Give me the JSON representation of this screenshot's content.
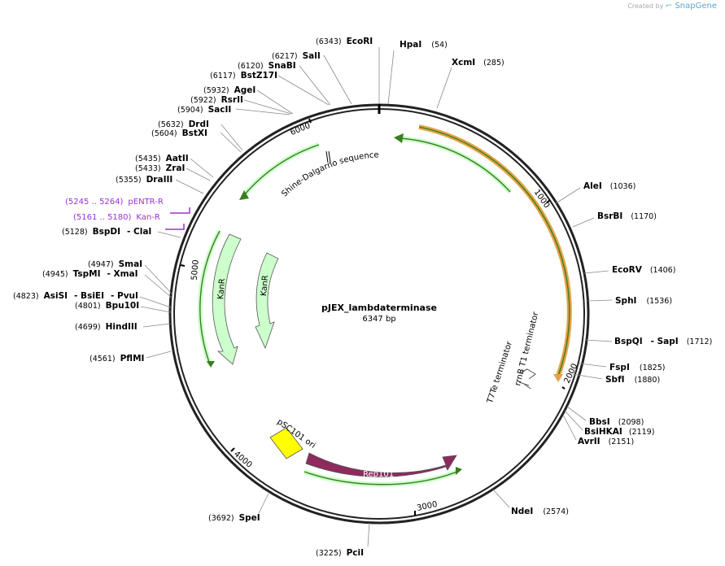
{
  "credit": {
    "prefix": "Created by",
    "brand": "SnapGene"
  },
  "plasmid": {
    "name": "pJEX_lambdaterminase",
    "size_label": "6347 bp"
  },
  "ticks": [
    "1000",
    "2000",
    "3000",
    "4000",
    "5000",
    "6000"
  ],
  "enzymes": [
    {
      "name": "EcoRI",
      "pos": "(6343)"
    },
    {
      "name": "HpaI",
      "pos": "(54)"
    },
    {
      "name": "XcmI",
      "pos": "(285)"
    },
    {
      "name": "AleI",
      "pos": "(1036)"
    },
    {
      "name": "BsrBI",
      "pos": "(1170)"
    },
    {
      "name": "EcoRV",
      "pos": "(1406)"
    },
    {
      "name": "SphI",
      "pos": "(1536)"
    },
    {
      "name": "BspQI",
      "name2": "- SapI",
      "pos": "(1712)"
    },
    {
      "name": "FspI",
      "pos": "(1825)"
    },
    {
      "name": "SbfI",
      "pos": "(1880)"
    },
    {
      "name": "BbsI",
      "pos": "(2098)"
    },
    {
      "name": "BsiHKAI",
      "pos": "(2119)"
    },
    {
      "name": "AvrII",
      "pos": "(2151)"
    },
    {
      "name": "NdeI",
      "pos": "(2574)"
    },
    {
      "name": "PciI",
      "pos": "(3225)"
    },
    {
      "name": "SpeI",
      "pos": "(3692)"
    },
    {
      "name": "PflMI",
      "pos": "(4561)"
    },
    {
      "name": "HindIII",
      "pos": "(4699)"
    },
    {
      "name": "Bpu10I",
      "pos": "(4801)"
    },
    {
      "name": "AsiSI",
      "name2": "- BsiEI",
      "name3": "- PvuI",
      "pos": "(4823)"
    },
    {
      "name": "TspMI",
      "name2": "- XmaI",
      "pos": "(4945)"
    },
    {
      "name": "SmaI",
      "pos": "(4947)"
    },
    {
      "name": "BspDI",
      "name2": "- ClaI",
      "pos": "(5128)"
    },
    {
      "name": "DraIII",
      "pos": "(5355)"
    },
    {
      "name": "ZraI",
      "pos": "(5433)"
    },
    {
      "name": "AatII",
      "pos": "(5435)"
    },
    {
      "name": "BstXI",
      "pos": "(5604)"
    },
    {
      "name": "DrdI",
      "pos": "(5632)"
    },
    {
      "name": "SacII",
      "pos": "(5904)"
    },
    {
      "name": "RsrII",
      "pos": "(5922)"
    },
    {
      "name": "AgeI",
      "pos": "(5932)"
    },
    {
      "name": "BstZ17I",
      "pos": "(6117)"
    },
    {
      "name": "SnaBI",
      "pos": "(6120)"
    },
    {
      "name": "SalI",
      "pos": "(6217)"
    }
  ],
  "primers": [
    {
      "name": "pENTR-R",
      "range": "(5245 .. 5264)"
    },
    {
      "name": "Kan-R",
      "range": "(5161 .. 5180)"
    }
  ],
  "features": {
    "shine_dalgarno": "Shine-Dalgarno sequence",
    "kanr_outer": "KanR",
    "kanr_inner": "KanR",
    "t7te": "T7Te terminator",
    "rrnb": "rrnB T1 terminator",
    "psc101": "pSC101 ori",
    "rep101": "Rep101"
  },
  "colors": {
    "backbone": "#222222",
    "orf_orange": "#e3a347",
    "orf_green": "#3b7d1f",
    "kanr_fill": "#ccffcc",
    "ori_yellow": "#ffff00",
    "rep101": "#8e2a5e",
    "primer": "#9b30d9"
  }
}
